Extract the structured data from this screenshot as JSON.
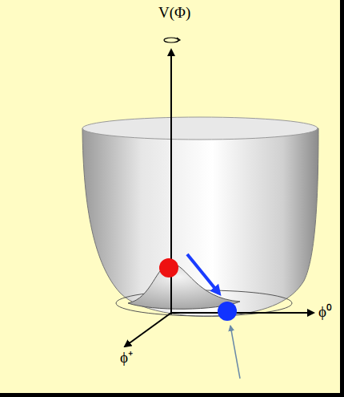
{
  "diagram": {
    "labels": [
      "V(Φ)",
      "ϕ⁰",
      "ϕ⁺"
    ]
  }
}
